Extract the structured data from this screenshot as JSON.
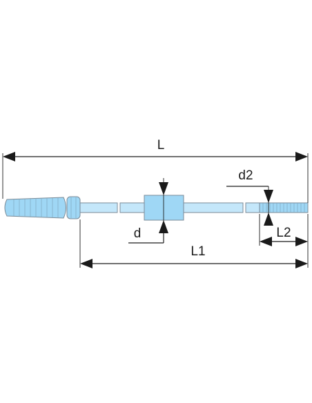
{
  "labels": {
    "L": "L",
    "d2": "d2",
    "d": "d",
    "L1": "L1",
    "L2": "L2"
  },
  "colors": {
    "part_fill": "#9fd7f5",
    "part_fill_light": "#c4e7fa",
    "part_stroke": "#7b8a96",
    "line": "#1a1a1a"
  }
}
